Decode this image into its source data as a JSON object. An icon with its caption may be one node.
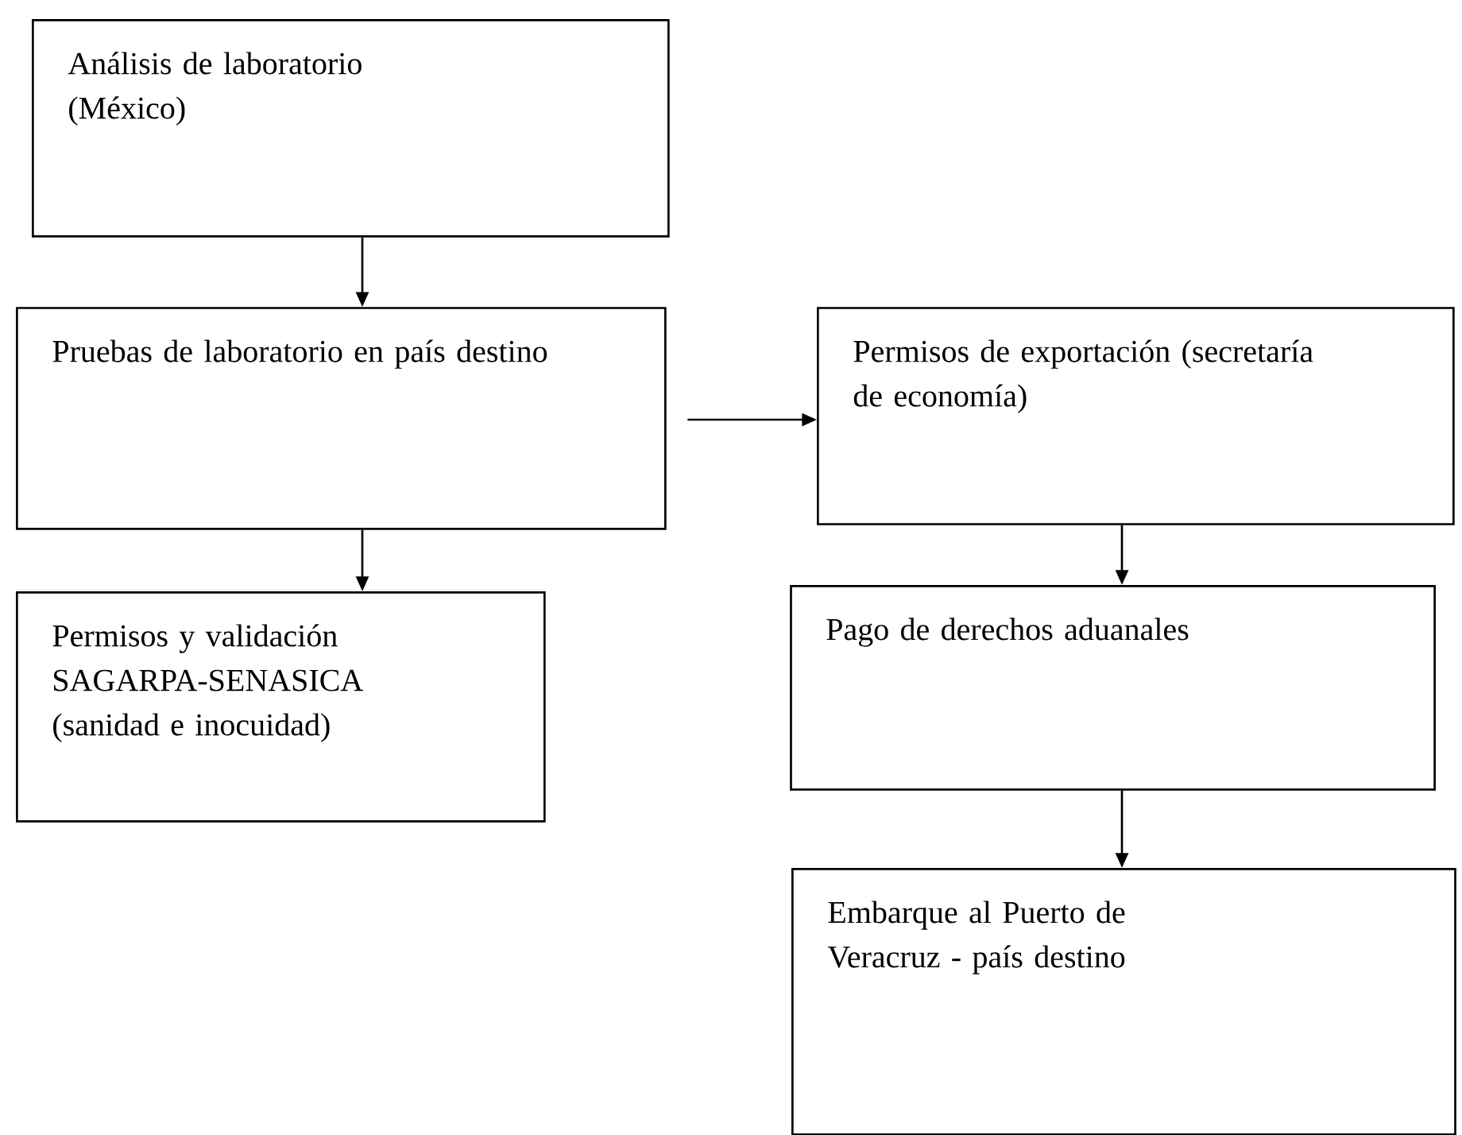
{
  "diagram": {
    "nodes": [
      {
        "text": [
          "Análisis de laboratorio (México)"
        ]
      },
      {
        "text": [
          "Pruebas de laboratorio en país destino"
        ]
      },
      {
        "text": [
          "Permisos y validación SAGARPA-SENASICA (sanidad e inocuidad)"
        ]
      },
      {
        "text": [
          "Permisos de exportación (secretaría de economía)"
        ]
      },
      {
        "text": [
          "Pago de derechos aduanales"
        ]
      },
      {
        "text": [
          "Embarque al Puerto de Veracruz - país destino"
        ]
      }
    ],
    "edges": [
      {
        "from": 0,
        "to": 1,
        "arrow": "to"
      },
      {
        "from": 1,
        "to": 2,
        "arrow": "to"
      },
      {
        "from": 1,
        "to": 3,
        "arrow": "to"
      },
      {
        "from": 3,
        "to": 4,
        "arrow": "to"
      },
      {
        "from": 4,
        "to": 5,
        "arrow": "to"
      }
    ]
  }
}
